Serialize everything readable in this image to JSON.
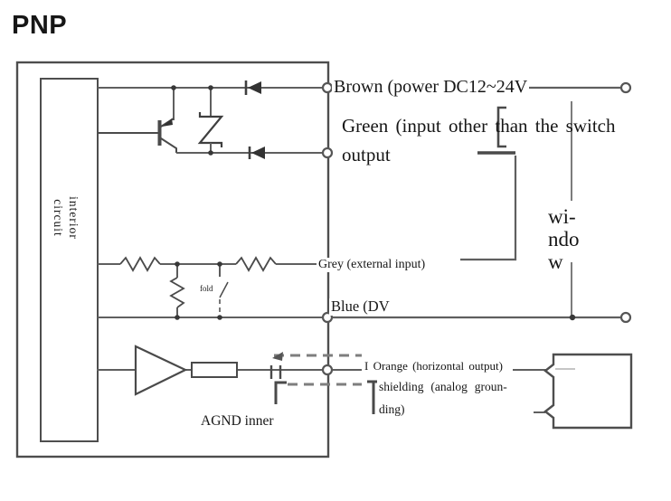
{
  "title": "PNP",
  "colors": {
    "wire": "#5f5f5f",
    "box": "#4e4e4e",
    "component_fill": "#333333",
    "dash": "#7e7e7e",
    "text": "#161616",
    "background": "#ffffff"
  },
  "interior_box": {
    "label": "interior circuit"
  },
  "labels": {
    "brown": "Brown (power DC12~24V",
    "green_line1": "Green (input other than the switch",
    "green_line2": "output",
    "grey": "Grey (external input)",
    "blue": "Blue (DV",
    "orange": "I Orange (horizontal output)",
    "shielding_line1": "shielding (analog groun-",
    "shielding_line2": "ding)",
    "agnd": "AGND inner",
    "fold": "fold",
    "window_line1": "wi-",
    "window_line2": "ndo",
    "window_line3": "w"
  }
}
